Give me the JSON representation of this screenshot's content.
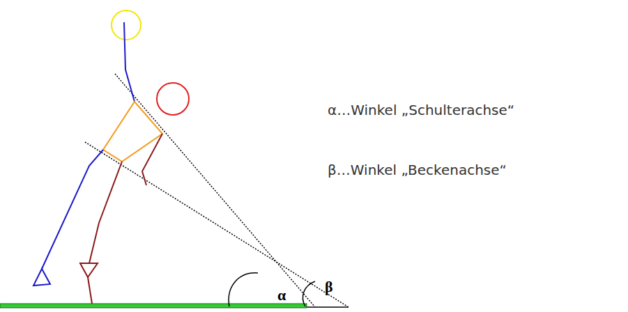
{
  "diagram": {
    "labels": [
      "α…Winkel „Schulterachse“",
      "β…Winkel „Beckenachse“",
      "α",
      "β"
    ]
  }
}
